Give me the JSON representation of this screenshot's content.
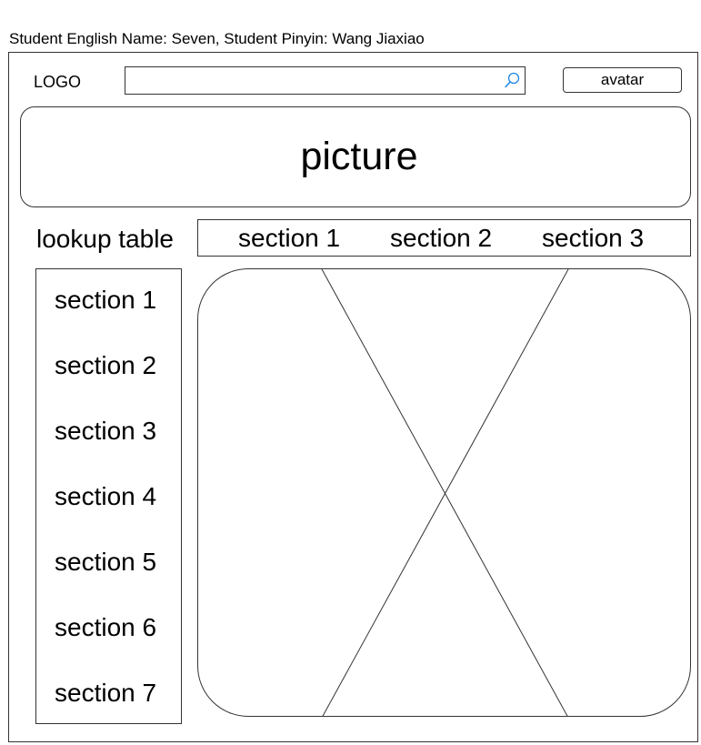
{
  "caption": "Student English Name: Seven, Student Pinyin: Wang Jiaxiao",
  "header": {
    "logo": "LOGO",
    "search": {
      "value": "",
      "placeholder": "",
      "icon": "search-icon",
      "icon_color": "#1E88E5"
    },
    "avatar_label": "avatar"
  },
  "banner": {
    "label": "picture"
  },
  "lookup_table": {
    "title": "lookup table"
  },
  "tabs": [
    {
      "label": "section 1"
    },
    {
      "label": "section 2"
    },
    {
      "label": "section 3"
    }
  ],
  "sidebar": {
    "items": [
      {
        "label": "section 1"
      },
      {
        "label": "section 2"
      },
      {
        "label": "section 3"
      },
      {
        "label": "section 4"
      },
      {
        "label": "section 5"
      },
      {
        "label": "section 6"
      },
      {
        "label": "section 7"
      }
    ]
  },
  "colors": {
    "border": "#333333",
    "background": "#FFFFFF",
    "text": "#000000"
  }
}
